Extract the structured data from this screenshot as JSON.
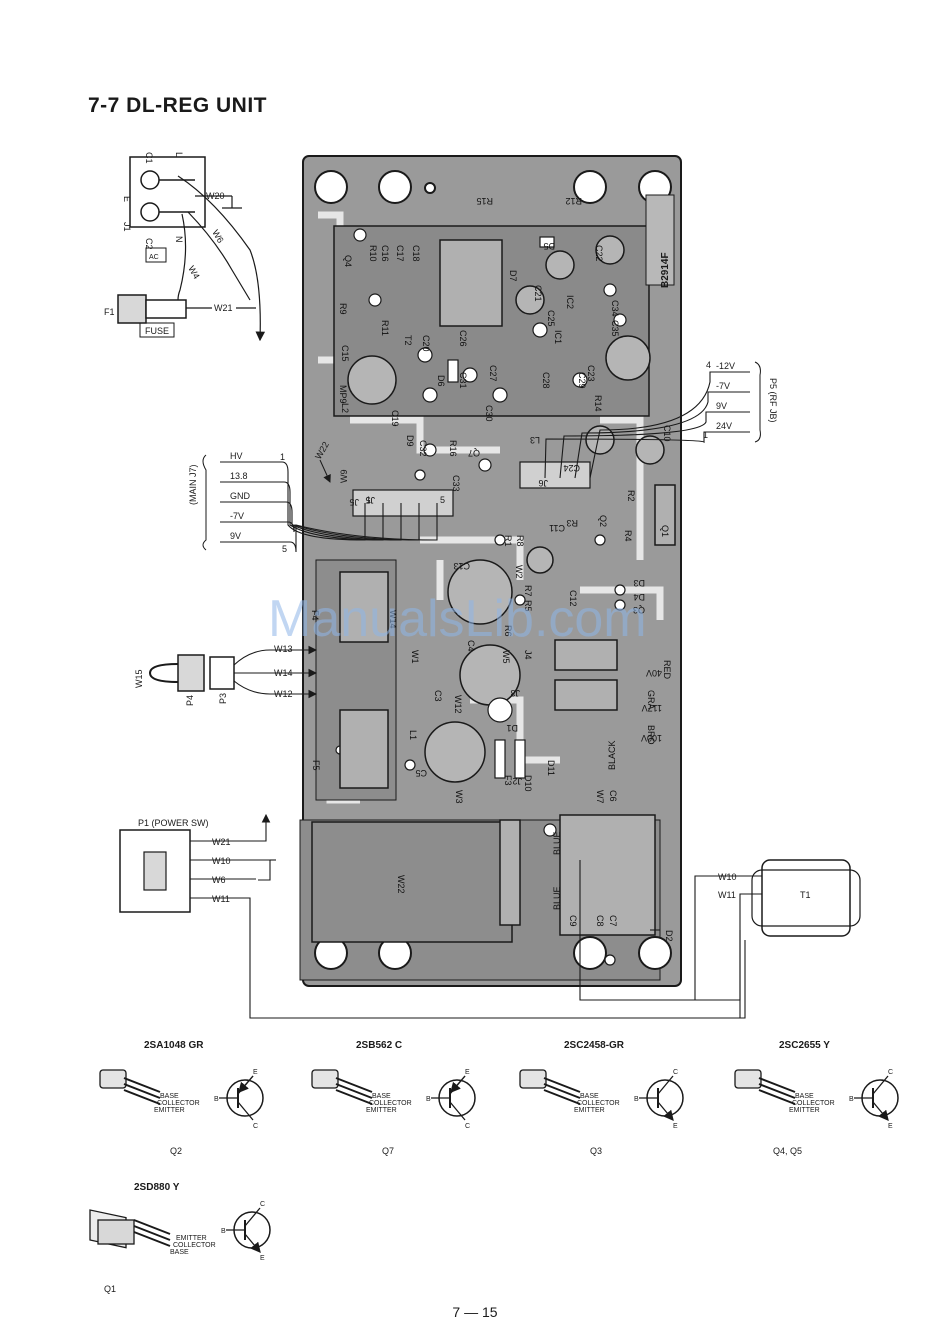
{
  "page": {
    "section_title": "7-7  DL-REG UNIT",
    "page_number": "7 — 15",
    "watermark": "ManualsLib.com"
  },
  "board": {
    "board_id": "B2914F",
    "component_labels": [
      "Q4",
      "R10",
      "C16",
      "C17",
      "C18",
      "R9",
      "R11",
      "T2",
      "C20",
      "C26",
      "C15",
      "MP9",
      "L2",
      "C19",
      "D6",
      "C31",
      "C27",
      "C28",
      "C29",
      "C30",
      "R14",
      "IC1",
      "C25",
      "IC2",
      "C34",
      "C35",
      "C23",
      "R15",
      "R12",
      "D5",
      "C22",
      "C21",
      "D7",
      "C10",
      "L3",
      "C24",
      "J6",
      "D9",
      "C32",
      "R16",
      "Q7",
      "C33",
      "J5",
      "R1",
      "R8",
      "C11",
      "R3",
      "Q2",
      "R2",
      "Q1",
      "R4",
      "C13",
      "W2",
      "R5",
      "R7",
      "C12",
      "D3",
      "D4",
      "R6",
      "Q3",
      "F4",
      "W14",
      "C4",
      "J4",
      "W1",
      "W5",
      "W12",
      "C3",
      "J3",
      "L1",
      "D1",
      "J2",
      "F5",
      "F3",
      "D10",
      "D11",
      "W7",
      "C6",
      "C5",
      "W3",
      "W22",
      "C9",
      "C8",
      "C7",
      "D2"
    ],
    "wire_labels": [
      "BLACK",
      "BLUE",
      "BLUE",
      "RED",
      "GRA",
      "BRO",
      "100V",
      "117V",
      "40V"
    ]
  },
  "ac_connector": {
    "labels": [
      "C1",
      "L",
      "E",
      "J1",
      "C2",
      "N",
      "W20",
      "W4",
      "W6",
      "AC"
    ]
  },
  "fuse": {
    "ref": "F1",
    "wire": "W21",
    "box_label": "FUSE"
  },
  "main_j7": {
    "group_label": "(MAIN J7)",
    "pins": [
      "HV",
      "13.8",
      "GND",
      "-7V",
      "9V"
    ],
    "pin_first": "1",
    "pin_last": "5",
    "wire": "W22",
    "sub_wire": "W9",
    "jack": "J5",
    "jack_pin_first": "1",
    "jack_pin_last": "5"
  },
  "p5": {
    "group_label": "P5 (RF JB)",
    "pins": [
      "-12V",
      "-7V",
      "9V",
      "24V"
    ],
    "pin_first": "4",
    "pin_last": "1"
  },
  "p3p4": {
    "wires": [
      "W13",
      "W14",
      "W12"
    ],
    "jumper": "W15",
    "p4": "P4",
    "p3": "P3"
  },
  "power_sw": {
    "label": "P1 (POWER SW)",
    "wires": [
      "W21",
      "W10",
      "W6",
      "W11"
    ]
  },
  "transformer": {
    "ref": "T1",
    "wires": [
      "W10",
      "W11"
    ]
  },
  "transistors": [
    {
      "type_name": "2SA1048  GR",
      "ref": "Q2",
      "leads": [
        "BASE",
        "COLLECTOR",
        "EMITTER"
      ],
      "pins": [
        "E",
        "B",
        "C"
      ],
      "pnp": true
    },
    {
      "type_name": "2SB562  C",
      "ref": "Q7",
      "leads": [
        "BASE",
        "COLLECTOR",
        "EMITTER"
      ],
      "pins": [
        "E",
        "B",
        "C"
      ],
      "pnp": true
    },
    {
      "type_name": "2SC2458-GR",
      "ref": "Q3",
      "leads": [
        "BASE",
        "COLLECTOR",
        "EMITTER"
      ],
      "pins": [
        "C",
        "B",
        "E"
      ],
      "pnp": false
    },
    {
      "type_name": "2SC2655  Y",
      "ref": "Q4, Q5",
      "leads": [
        "BASE",
        "COLLECTOR",
        "EMITTER"
      ],
      "pins": [
        "C",
        "B",
        "E"
      ],
      "pnp": false
    },
    {
      "type_name": "2SD880  Y",
      "ref": "Q1",
      "leads": [
        "EMITTER",
        "COLLECTOR",
        "BASE"
      ],
      "pins": [
        "C",
        "B",
        "E"
      ],
      "pnp": false
    }
  ],
  "colors": {
    "pcb_fill": "#9a9a9a",
    "pcb_border": "#1a1a1a",
    "trace": "#e8e8e8",
    "ink": "#1a1a1a"
  }
}
